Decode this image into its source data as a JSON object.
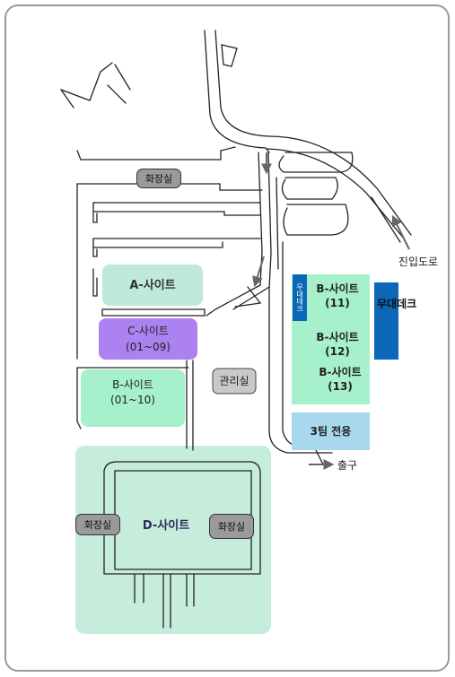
{
  "roads": {
    "entrance_road": "진입도로",
    "exit": "출구"
  },
  "facilities": {
    "restroom_top": "화장실",
    "restroom_d_left": "화장실",
    "restroom_d_right": "화장실",
    "office": "관리실"
  },
  "sites": {
    "a": "A-사이트",
    "c_name": "C-사이트",
    "c_range": "(01~09)",
    "b_left_name": "B-사이트",
    "b_left_range": "(01~10)",
    "b11_name": "B-사이트",
    "b11_num": "(11)",
    "b12_name": "B-사이트",
    "b12_num": "(12)",
    "b13_name": "B-사이트",
    "b13_num": "(13)",
    "d": "D-사이트",
    "team3": "3팀 전용"
  },
  "decks": {
    "main_deck": "무대데크",
    "small_deck": "무대데크"
  },
  "colors": {
    "site_a": "#bfe9d9",
    "site_b": "#a6f0cc",
    "site_c": "#ab82f0",
    "site_d": "#c6ecdc",
    "deck": "#0b68b8",
    "team3": "#a8d8ec",
    "facility": "#9a9a9a",
    "office": "#c8c8c8",
    "road_line": "#222222",
    "arrow": "#666666"
  }
}
